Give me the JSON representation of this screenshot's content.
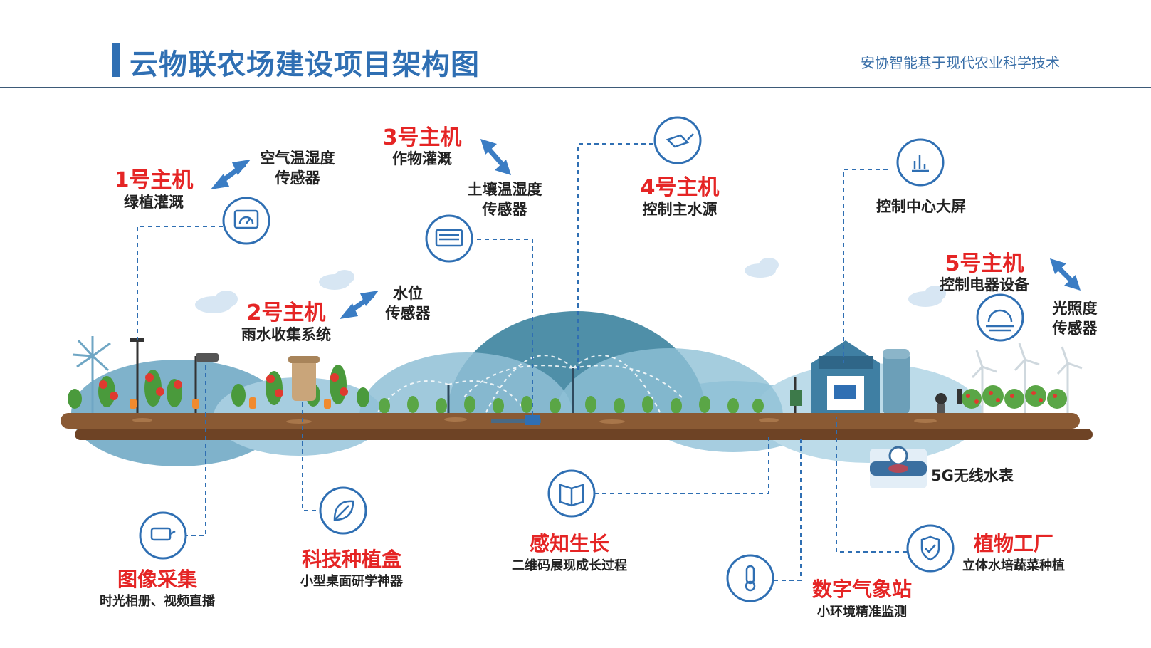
{
  "header": {
    "title": "云物联农场建设项目架构图",
    "subtitle": "安协智能基于现代农业科学技术"
  },
  "hosts": {
    "h1": {
      "title": "1号主机",
      "desc": "绿植灌溉"
    },
    "h2": {
      "title": "2号主机",
      "desc": "雨水收集系统"
    },
    "h3": {
      "title": "3号主机",
      "desc": "作物灌溉"
    },
    "h4": {
      "title": "4号主机",
      "desc": "控制主水源"
    },
    "h5": {
      "title": "5号主机",
      "desc": "控制电器设备"
    }
  },
  "sensors": {
    "air": [
      "空气温湿度",
      "传感器"
    ],
    "water_level": [
      "水位",
      "传感器"
    ],
    "soil": [
      "土壤温湿度",
      "传感器"
    ],
    "light": [
      "光照度",
      "传感器"
    ]
  },
  "control_center": "控制中心大屏",
  "water_meter": "5G无线水表",
  "features": {
    "image": {
      "title": "图像采集",
      "desc": "时光相册、视频直播"
    },
    "planting_box": {
      "title": "科技种植盒",
      "desc": "小型桌面研学神器"
    },
    "growth": {
      "title": "感知生长",
      "desc": "二维码展现成长过程"
    },
    "weather": {
      "title": "数字气象站",
      "desc": "小环境精准监测"
    },
    "plant_factory": {
      "title": "植物工厂",
      "desc": "立体水培蔬菜种植"
    }
  },
  "icons": [
    "gauge-icon",
    "heat-sensor-icon",
    "watering-can-icon",
    "bar-chart-icon",
    "sun-icon",
    "camera-icon",
    "leaf-icon",
    "book-icon",
    "thermometer-icon",
    "shield-check-icon"
  ],
  "colors": {
    "accent": "#2f6fb3",
    "highlight": "#e52525",
    "soil": "#8a5a34",
    "dome": "#4f8fa8"
  }
}
